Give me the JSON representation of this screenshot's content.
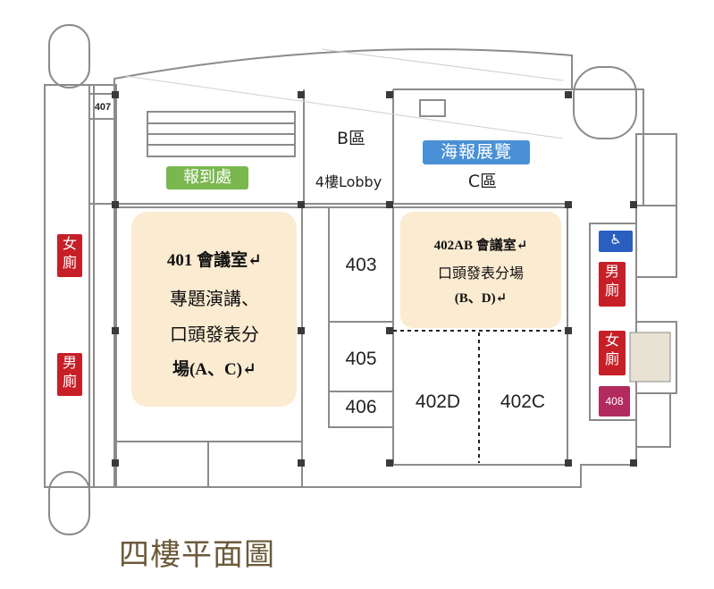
{
  "title": "四樓平面圖",
  "areas": {
    "b_zone": "B區",
    "lobby": "4樓Lobby",
    "c_zone": "C區",
    "registration": "報到處",
    "poster": "海報展覽"
  },
  "rooms": {
    "r401": {
      "line1": "401 會議室↵",
      "line2": "專題演講、",
      "line3": "口頭發表分",
      "line4": "場(A、C)↵"
    },
    "r402ab": {
      "line1": "402AB 會議室↵",
      "line2": "口頭發表分場",
      "line3": "(B、D)↵"
    },
    "r402c": "402C",
    "r402d": "402D",
    "r403": "403",
    "r405": "405",
    "r406": "406",
    "r407": "407",
    "r408": "408"
  },
  "restrooms": {
    "left_female": "女廁",
    "left_male": "男廁",
    "right_male": "男廁",
    "right_female": "女廁",
    "accessible": "♿"
  },
  "colors": {
    "wall": "#8b8b8b",
    "column": "#3a3a3a",
    "seminar_fill": "#fbebd1",
    "restroom_red": "#c71f27",
    "room408": "#b22b5e",
    "registration_green": "#7ab84f",
    "poster_blue": "#4a90d6",
    "title": "#6b5a3a"
  }
}
